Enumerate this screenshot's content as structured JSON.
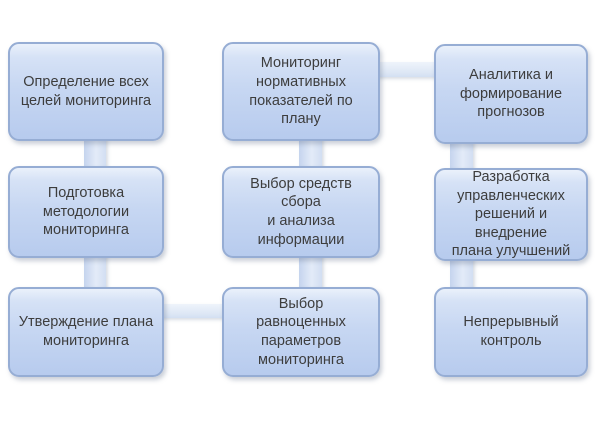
{
  "diagram": {
    "type": "process-flow",
    "language": "ru",
    "background": "#ffffff",
    "nodes": [
      {
        "id": "define-goals",
        "label": "Определение всех\nцелей мониторинга",
        "column": 1,
        "row": 1
      },
      {
        "id": "prepare-methodology",
        "label": "Подготовка\nметодологии\nмониторинга",
        "column": 1,
        "row": 2
      },
      {
        "id": "approve-plan",
        "label": "Утверждение плана\nмониторинга",
        "column": 1,
        "row": 3
      },
      {
        "id": "monitor-indicators",
        "label": "Мониторинг\nнормативных\nпоказателей по плану",
        "column": 2,
        "row": 1
      },
      {
        "id": "select-collection-tools",
        "label": "Выбор средств сбора\nи анализа\nинформации",
        "column": 2,
        "row": 2
      },
      {
        "id": "select-equivalent-params",
        "label": "Выбор равноценных\nпараметров\nмониторинга",
        "column": 2,
        "row": 3
      },
      {
        "id": "analytics-forecasts",
        "label": "Аналитика и\nформирование\nпрогнозов",
        "column": 3,
        "row": 1
      },
      {
        "id": "develop-decisions",
        "label": "Разработка\nуправленческих\nрешений и внедрение\nплана улучшений",
        "column": 3,
        "row": 2
      },
      {
        "id": "continuous-control",
        "label": "Непрерывный\nконтроль",
        "column": 3,
        "row": 3
      }
    ],
    "flow": [
      [
        "define-goals",
        "prepare-methodology"
      ],
      [
        "prepare-methodology",
        "approve-plan"
      ],
      [
        "approve-plan",
        "select-equivalent-params"
      ],
      [
        "select-equivalent-params",
        "select-collection-tools"
      ],
      [
        "select-collection-tools",
        "monitor-indicators"
      ],
      [
        "monitor-indicators",
        "analytics-forecasts"
      ],
      [
        "analytics-forecasts",
        "develop-decisions"
      ],
      [
        "develop-decisions",
        "continuous-control"
      ]
    ],
    "colors": {
      "box_gradient_top": "#eaf1fb",
      "box_gradient_bottom": "#b7cbee",
      "box_border": "#96add4",
      "connector_fill": "#dde7f5",
      "text": "#3d3d3d",
      "background": "#ffffff"
    }
  }
}
